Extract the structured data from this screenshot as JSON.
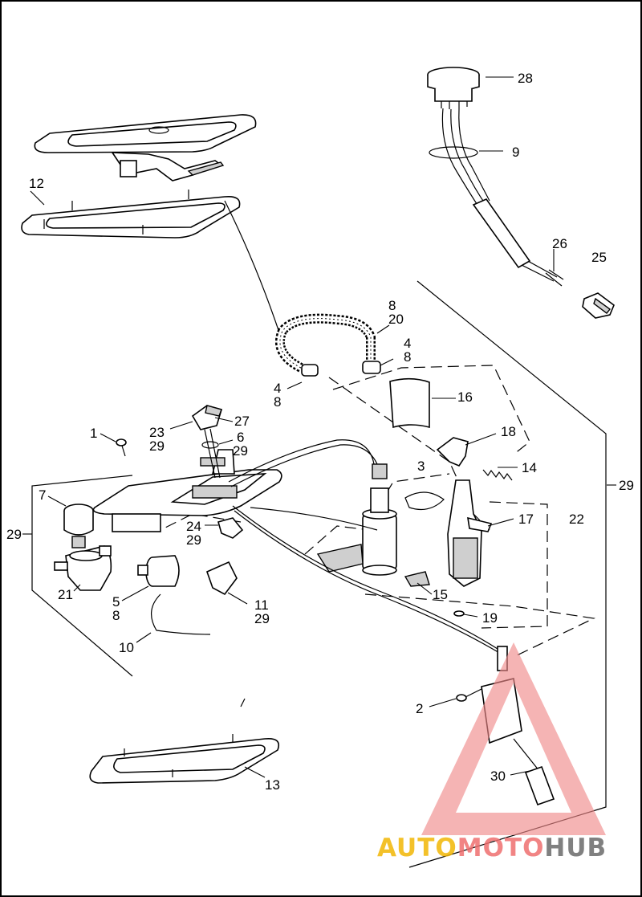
{
  "callouts": [
    {
      "id": "c1",
      "text": "1"
    },
    {
      "id": "c2",
      "text": "2"
    },
    {
      "id": "c3",
      "text": "3"
    },
    {
      "id": "c4a",
      "text": "4"
    },
    {
      "id": "c8a",
      "text": "8"
    },
    {
      "id": "c4b",
      "text": "4"
    },
    {
      "id": "c8b",
      "text": "8"
    },
    {
      "id": "c5",
      "text": "5"
    },
    {
      "id": "c8c",
      "text": "8"
    },
    {
      "id": "c6",
      "text": "6"
    },
    {
      "id": "c29a",
      "text": "29"
    },
    {
      "id": "c7",
      "text": "7"
    },
    {
      "id": "c8d",
      "text": "8"
    },
    {
      "id": "c20",
      "text": "20"
    },
    {
      "id": "c9",
      "text": "9"
    },
    {
      "id": "c10",
      "text": "10"
    },
    {
      "id": "c11",
      "text": "11"
    },
    {
      "id": "c29b",
      "text": "29"
    },
    {
      "id": "c12",
      "text": "12"
    },
    {
      "id": "c13",
      "text": "13"
    },
    {
      "id": "c14",
      "text": "14"
    },
    {
      "id": "c15",
      "text": "15"
    },
    {
      "id": "c16",
      "text": "16"
    },
    {
      "id": "c17",
      "text": "17"
    },
    {
      "id": "c18",
      "text": "18"
    },
    {
      "id": "c19",
      "text": "19"
    },
    {
      "id": "c21",
      "text": "21"
    },
    {
      "id": "c22",
      "text": "22"
    },
    {
      "id": "c23",
      "text": "23"
    },
    {
      "id": "c29c",
      "text": "29"
    },
    {
      "id": "c24",
      "text": "24"
    },
    {
      "id": "c29d",
      "text": "29"
    },
    {
      "id": "c25",
      "text": "25"
    },
    {
      "id": "c26",
      "text": "26"
    },
    {
      "id": "c27",
      "text": "27"
    },
    {
      "id": "c28",
      "text": "28"
    },
    {
      "id": "c29e",
      "text": "29"
    },
    {
      "id": "c29f",
      "text": "29"
    },
    {
      "id": "c30",
      "text": "30"
    }
  ],
  "watermark": {
    "part1": "AUTO",
    "part2": "MOTO",
    "part3": "HUB",
    "colors": {
      "auto": "#f2b705",
      "moto": "#ef6f6f",
      "hub": "#6b6b6b",
      "triangle": "#f08a8a"
    }
  }
}
